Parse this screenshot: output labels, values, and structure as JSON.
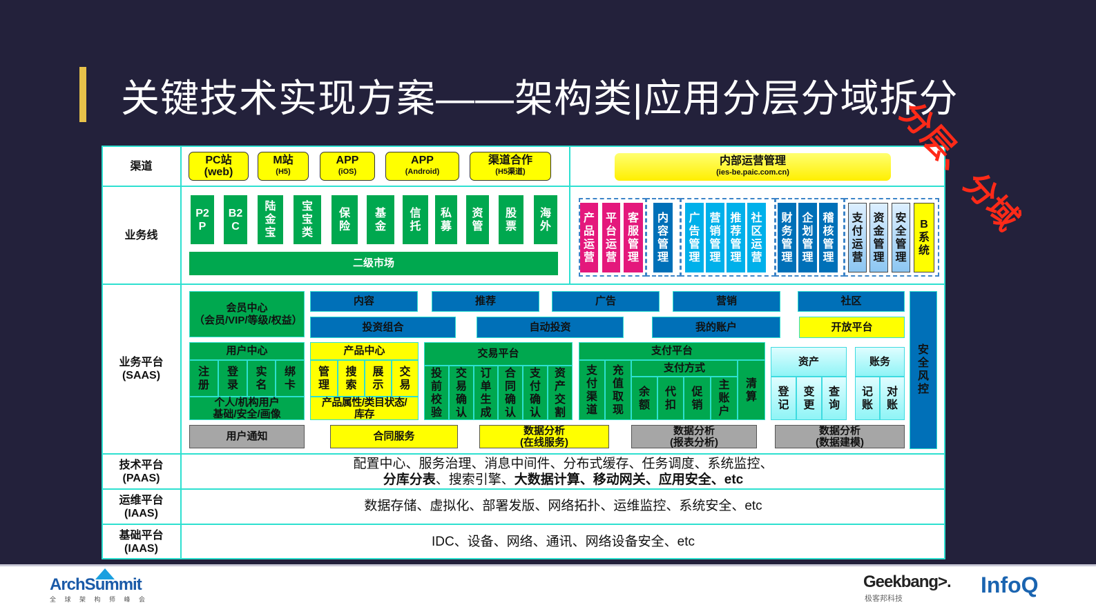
{
  "title": "关键技术实现方案——架构类|应用分层分域拆分",
  "stamp": "分层、分域",
  "rows": {
    "channel": "渠道",
    "bizline": "业务线",
    "saas": "业务平台\n(SAAS)",
    "paas": "技术平台\n(PAAS)",
    "ops": "运维平台\n(IAAS)",
    "infra": "基础平台\n(IAAS)"
  },
  "channels": [
    {
      "name": "PC站",
      "sub": "(web)"
    },
    {
      "name": "M站",
      "sub": "(H5)"
    },
    {
      "name": "APP",
      "sub": "(iOS)"
    },
    {
      "name": "APP",
      "sub": "(Android)"
    },
    {
      "name": "渠道合作",
      "sub": "(H5渠道)"
    }
  ],
  "internal_ops": {
    "name": "内部运营管理",
    "sub": "(ies-be.paic.com.cn)"
  },
  "bizlines": [
    "P2P",
    "B2C",
    "陆金宝",
    "宝宝类",
    "保险",
    "基金",
    "信托",
    "私募",
    "资管",
    "股票",
    "海外"
  ],
  "secondary_market": "二级市场",
  "ops_groups": [
    [
      "产品运营",
      "平台运营",
      "客服管理"
    ],
    [
      "内容管理"
    ],
    [
      "广告管理",
      "营销管理",
      "推荐管理",
      "社区运营"
    ],
    [
      "财务管理",
      "企划管理",
      "稽核管理"
    ],
    [
      "支付运营",
      "资金管理",
      "安全管理",
      "B系统"
    ]
  ],
  "saas": {
    "member": "会员中心\n（会员/VIP/等级/权益）",
    "top_row": [
      "内容",
      "推荐",
      "广告",
      "营销",
      "社区"
    ],
    "second_row": [
      "投资组合",
      "自动投资",
      "我的账户",
      "开放平台"
    ],
    "risk": "安全风控",
    "user_center": {
      "title": "用户中心",
      "cells": [
        "注册",
        "登录",
        "实名",
        "绑卡"
      ],
      "footer": "个人/机构用户\n基础/安全/画像"
    },
    "product_center": {
      "title": "产品中心",
      "cells": [
        "管理",
        "搜索",
        "展示",
        "交易"
      ],
      "footer": "产品属性/类目状态/\n库存"
    },
    "trade": {
      "title": "交易平台",
      "cells": [
        "投前校验",
        "交易确认",
        "订单生成",
        "合同确认",
        "支付确认",
        "资产交割"
      ]
    },
    "payment": {
      "title": "支付平台",
      "channel": "支付渠道",
      "recharge": "充值取现",
      "methods_title": "支付方式",
      "methods": [
        "余额",
        "代扣",
        "促销",
        "主账户"
      ],
      "clearing": "清算"
    },
    "assets": {
      "title": "资产",
      "cells": [
        "登记",
        "变更",
        "查询"
      ]
    },
    "accounts": {
      "title": "账务",
      "cells": [
        "记账",
        "对账"
      ]
    },
    "bottom": [
      "用户通知",
      "合同服务",
      "数据分析\n(在线服务)",
      "数据分析\n(报表分析)",
      "数据分析\n(数据建模)"
    ]
  },
  "paas": {
    "line1": "配置中心、服务治理、消息中间件、分布式缓存、任务调度、系统监控、",
    "l2a": "分库分表",
    "l2b": "、搜索引擎、",
    "l2c": "大数据计算、移动网关、应用安全、etc"
  },
  "ops_text": "数据存储、虚拟化、部署发版、网络拓扑、运维监控、系统安全、etc",
  "infra_text": "IDC、设备、网络、通讯、网络设备安全、etc",
  "footer": {
    "arch": "ArchSummit",
    "arch_sub": "全 球 架 构 师 峰 会",
    "geek": "Geekbang>.",
    "geek_sub": "极客邦科技",
    "infoq": "InfoQ"
  },
  "colors": {
    "background": "#23213b",
    "border": "#2de0d0",
    "green": "#00a84f",
    "blue": "#0070b8",
    "yellow": "#ffff00",
    "pink": "#e4187c",
    "stamp": "#ff2a18"
  }
}
